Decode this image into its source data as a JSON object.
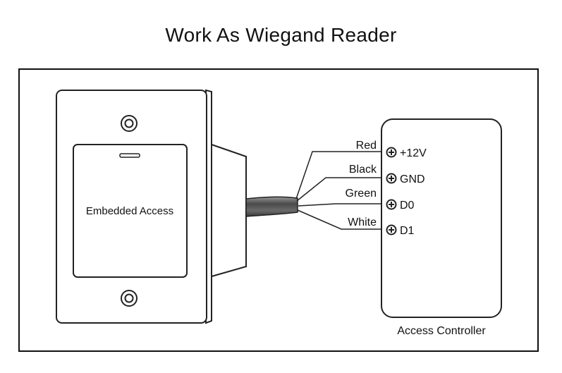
{
  "title": "Work As Wiegand Reader",
  "reader": {
    "label": "Embedded Access"
  },
  "controller": {
    "label": "Access Controller"
  },
  "wires": [
    {
      "color_name": "Red",
      "terminal": "+12V"
    },
    {
      "color_name": "Black",
      "terminal": "GND"
    },
    {
      "color_name": "Green",
      "terminal": "D0"
    },
    {
      "color_name": "White",
      "terminal": "D1"
    }
  ],
  "colors": {
    "line": "#222222",
    "cable": "#555555",
    "background": "#ffffff"
  },
  "icons": {
    "terminal": "screw-terminal-icon",
    "screw": "mounting-screw-icon"
  }
}
